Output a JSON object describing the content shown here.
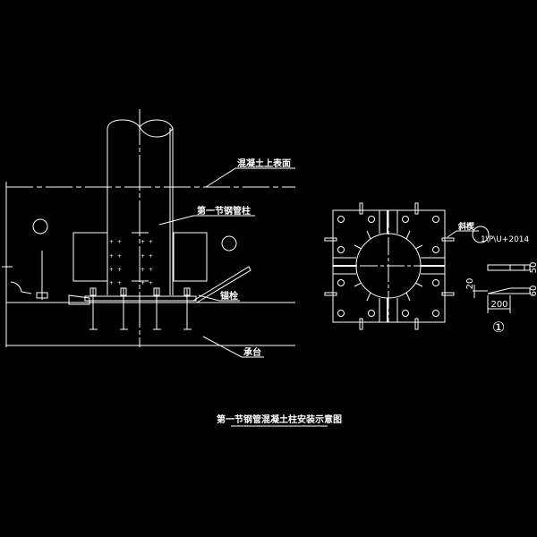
{
  "labels": {
    "concrete_top": "混凝土上表面",
    "first_column": "第一节钢管柱",
    "anchor_bolt": "锚栓",
    "pile_cap": "承台",
    "wedge": "斜楔",
    "detail_ref": "1\\P\\U+2014",
    "title": "第一节钢管混凝土柱安装示意图"
  },
  "detail": {
    "dim_50": "50",
    "dim_60": "60",
    "dim_20": "20",
    "dim_200": "200",
    "marker": "①",
    "ref_number": "1"
  }
}
